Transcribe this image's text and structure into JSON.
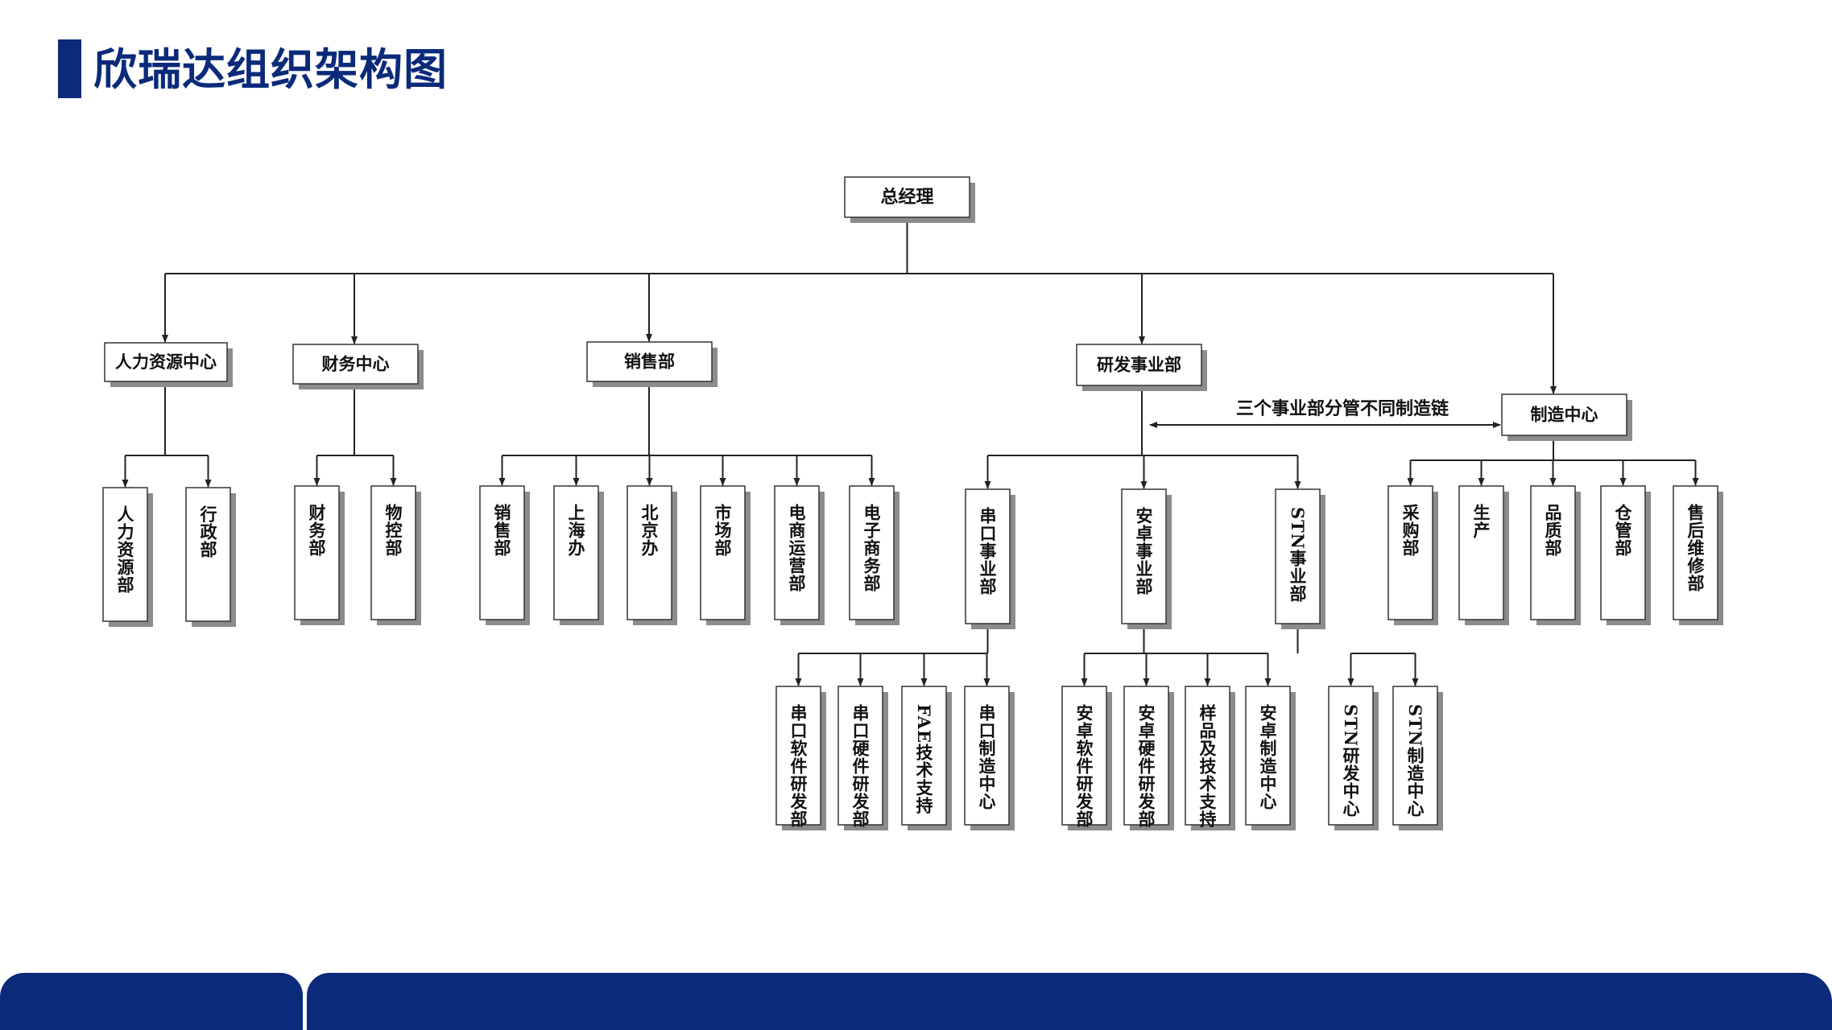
{
  "title": "欣瑞达组织架构图",
  "colors": {
    "brand": "#0b2a7a",
    "line": "#222222",
    "shadow": "#8c8c8c"
  },
  "org": {
    "root": "总经理",
    "departments": [
      {
        "name": "人力资源中心",
        "children": [
          "人力资源部",
          "行政部"
        ]
      },
      {
        "name": "财务中心",
        "children": [
          "财务部",
          "物控部"
        ]
      },
      {
        "name": "销售部",
        "children": [
          "销售部",
          "上海办",
          "北京办",
          "市场部",
          "电商运营部",
          "电子商务部"
        ]
      },
      {
        "name": "研发事业部",
        "children": [
          {
            "name": "串口事业部",
            "children": [
              "串口软件研发部",
              "串口硬件研发部",
              "FAE技术支持",
              "串口制造中心"
            ]
          },
          {
            "name": "安卓事业部",
            "children": [
              "安卓软件研发部",
              "安卓硬件研发部",
              "样品及技术支持",
              "安卓制造中心"
            ]
          },
          {
            "name": "STN事业部",
            "children": [
              "STN研发中心",
              "STN制造中心"
            ]
          }
        ]
      },
      {
        "name": "制造中心",
        "children": [
          "采购部",
          "生产",
          "品质部",
          "仓管部",
          "售后维修部"
        ]
      }
    ],
    "link_note": "三个事业部分管不同制造链"
  }
}
